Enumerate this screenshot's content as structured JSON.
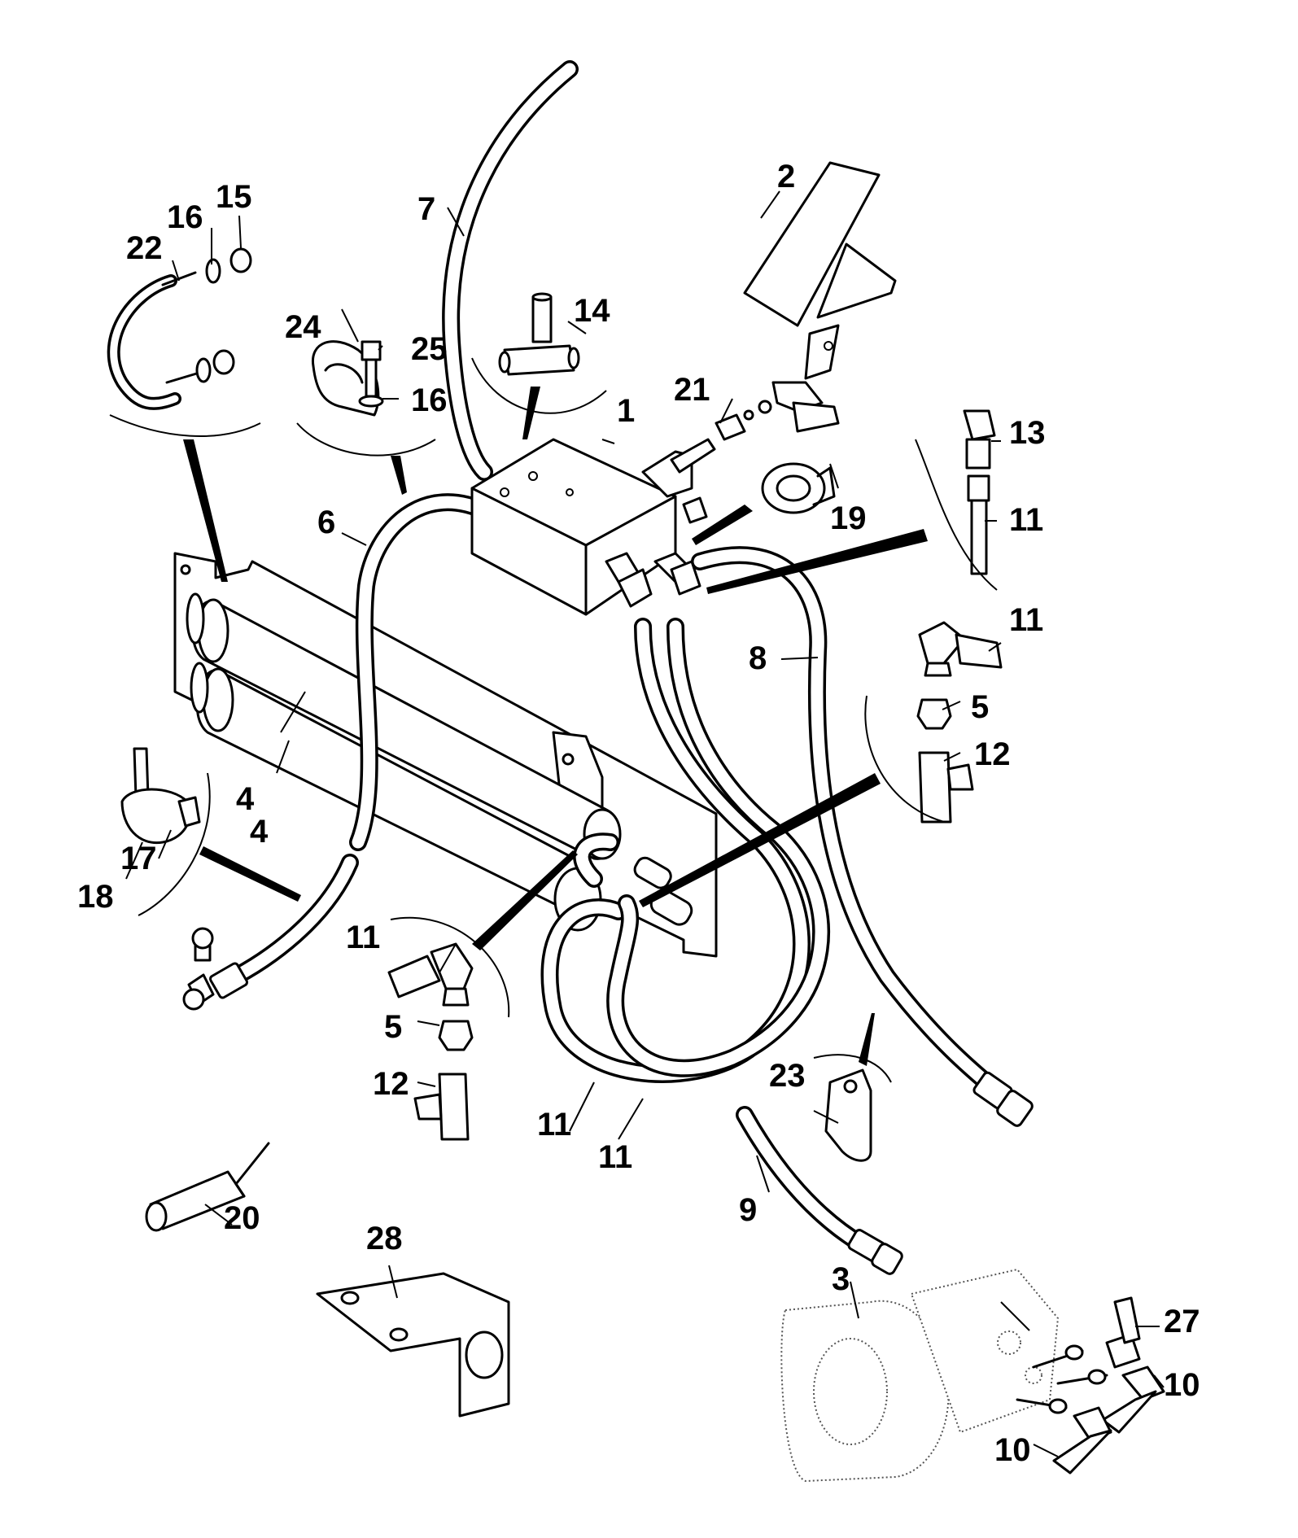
{
  "callouts": [
    {
      "id": "label-1",
      "text": "1"
    },
    {
      "id": "label-2",
      "text": "2"
    },
    {
      "id": "label-3",
      "text": "3"
    },
    {
      "id": "label-4a",
      "text": "4"
    },
    {
      "id": "label-4b",
      "text": "4"
    },
    {
      "id": "label-5a",
      "text": "5"
    },
    {
      "id": "label-5b",
      "text": "5"
    },
    {
      "id": "label-6",
      "text": "6"
    },
    {
      "id": "label-7",
      "text": "7"
    },
    {
      "id": "label-8",
      "text": "8"
    },
    {
      "id": "label-9",
      "text": "9"
    },
    {
      "id": "label-10a",
      "text": "10"
    },
    {
      "id": "label-10b",
      "text": "10"
    },
    {
      "id": "label-11a",
      "text": "11"
    },
    {
      "id": "label-11b",
      "text": "11"
    },
    {
      "id": "label-11c",
      "text": "11"
    },
    {
      "id": "label-11d",
      "text": "11"
    },
    {
      "id": "label-11e",
      "text": "11"
    },
    {
      "id": "label-12a",
      "text": "12"
    },
    {
      "id": "label-12b",
      "text": "12"
    },
    {
      "id": "label-13",
      "text": "13"
    },
    {
      "id": "label-14",
      "text": "14"
    },
    {
      "id": "label-15",
      "text": "15"
    },
    {
      "id": "label-16a",
      "text": "16"
    },
    {
      "id": "label-16b",
      "text": "16"
    },
    {
      "id": "label-17",
      "text": "17"
    },
    {
      "id": "label-18",
      "text": "18"
    },
    {
      "id": "label-19",
      "text": "19"
    },
    {
      "id": "label-20",
      "text": "20"
    },
    {
      "id": "label-21",
      "text": "21"
    },
    {
      "id": "label-22",
      "text": "22"
    },
    {
      "id": "label-23",
      "text": "23"
    },
    {
      "id": "label-24",
      "text": "24"
    },
    {
      "id": "label-25",
      "text": "25"
    },
    {
      "id": "label-27",
      "text": "27"
    },
    {
      "id": "label-28",
      "text": "28"
    }
  ]
}
